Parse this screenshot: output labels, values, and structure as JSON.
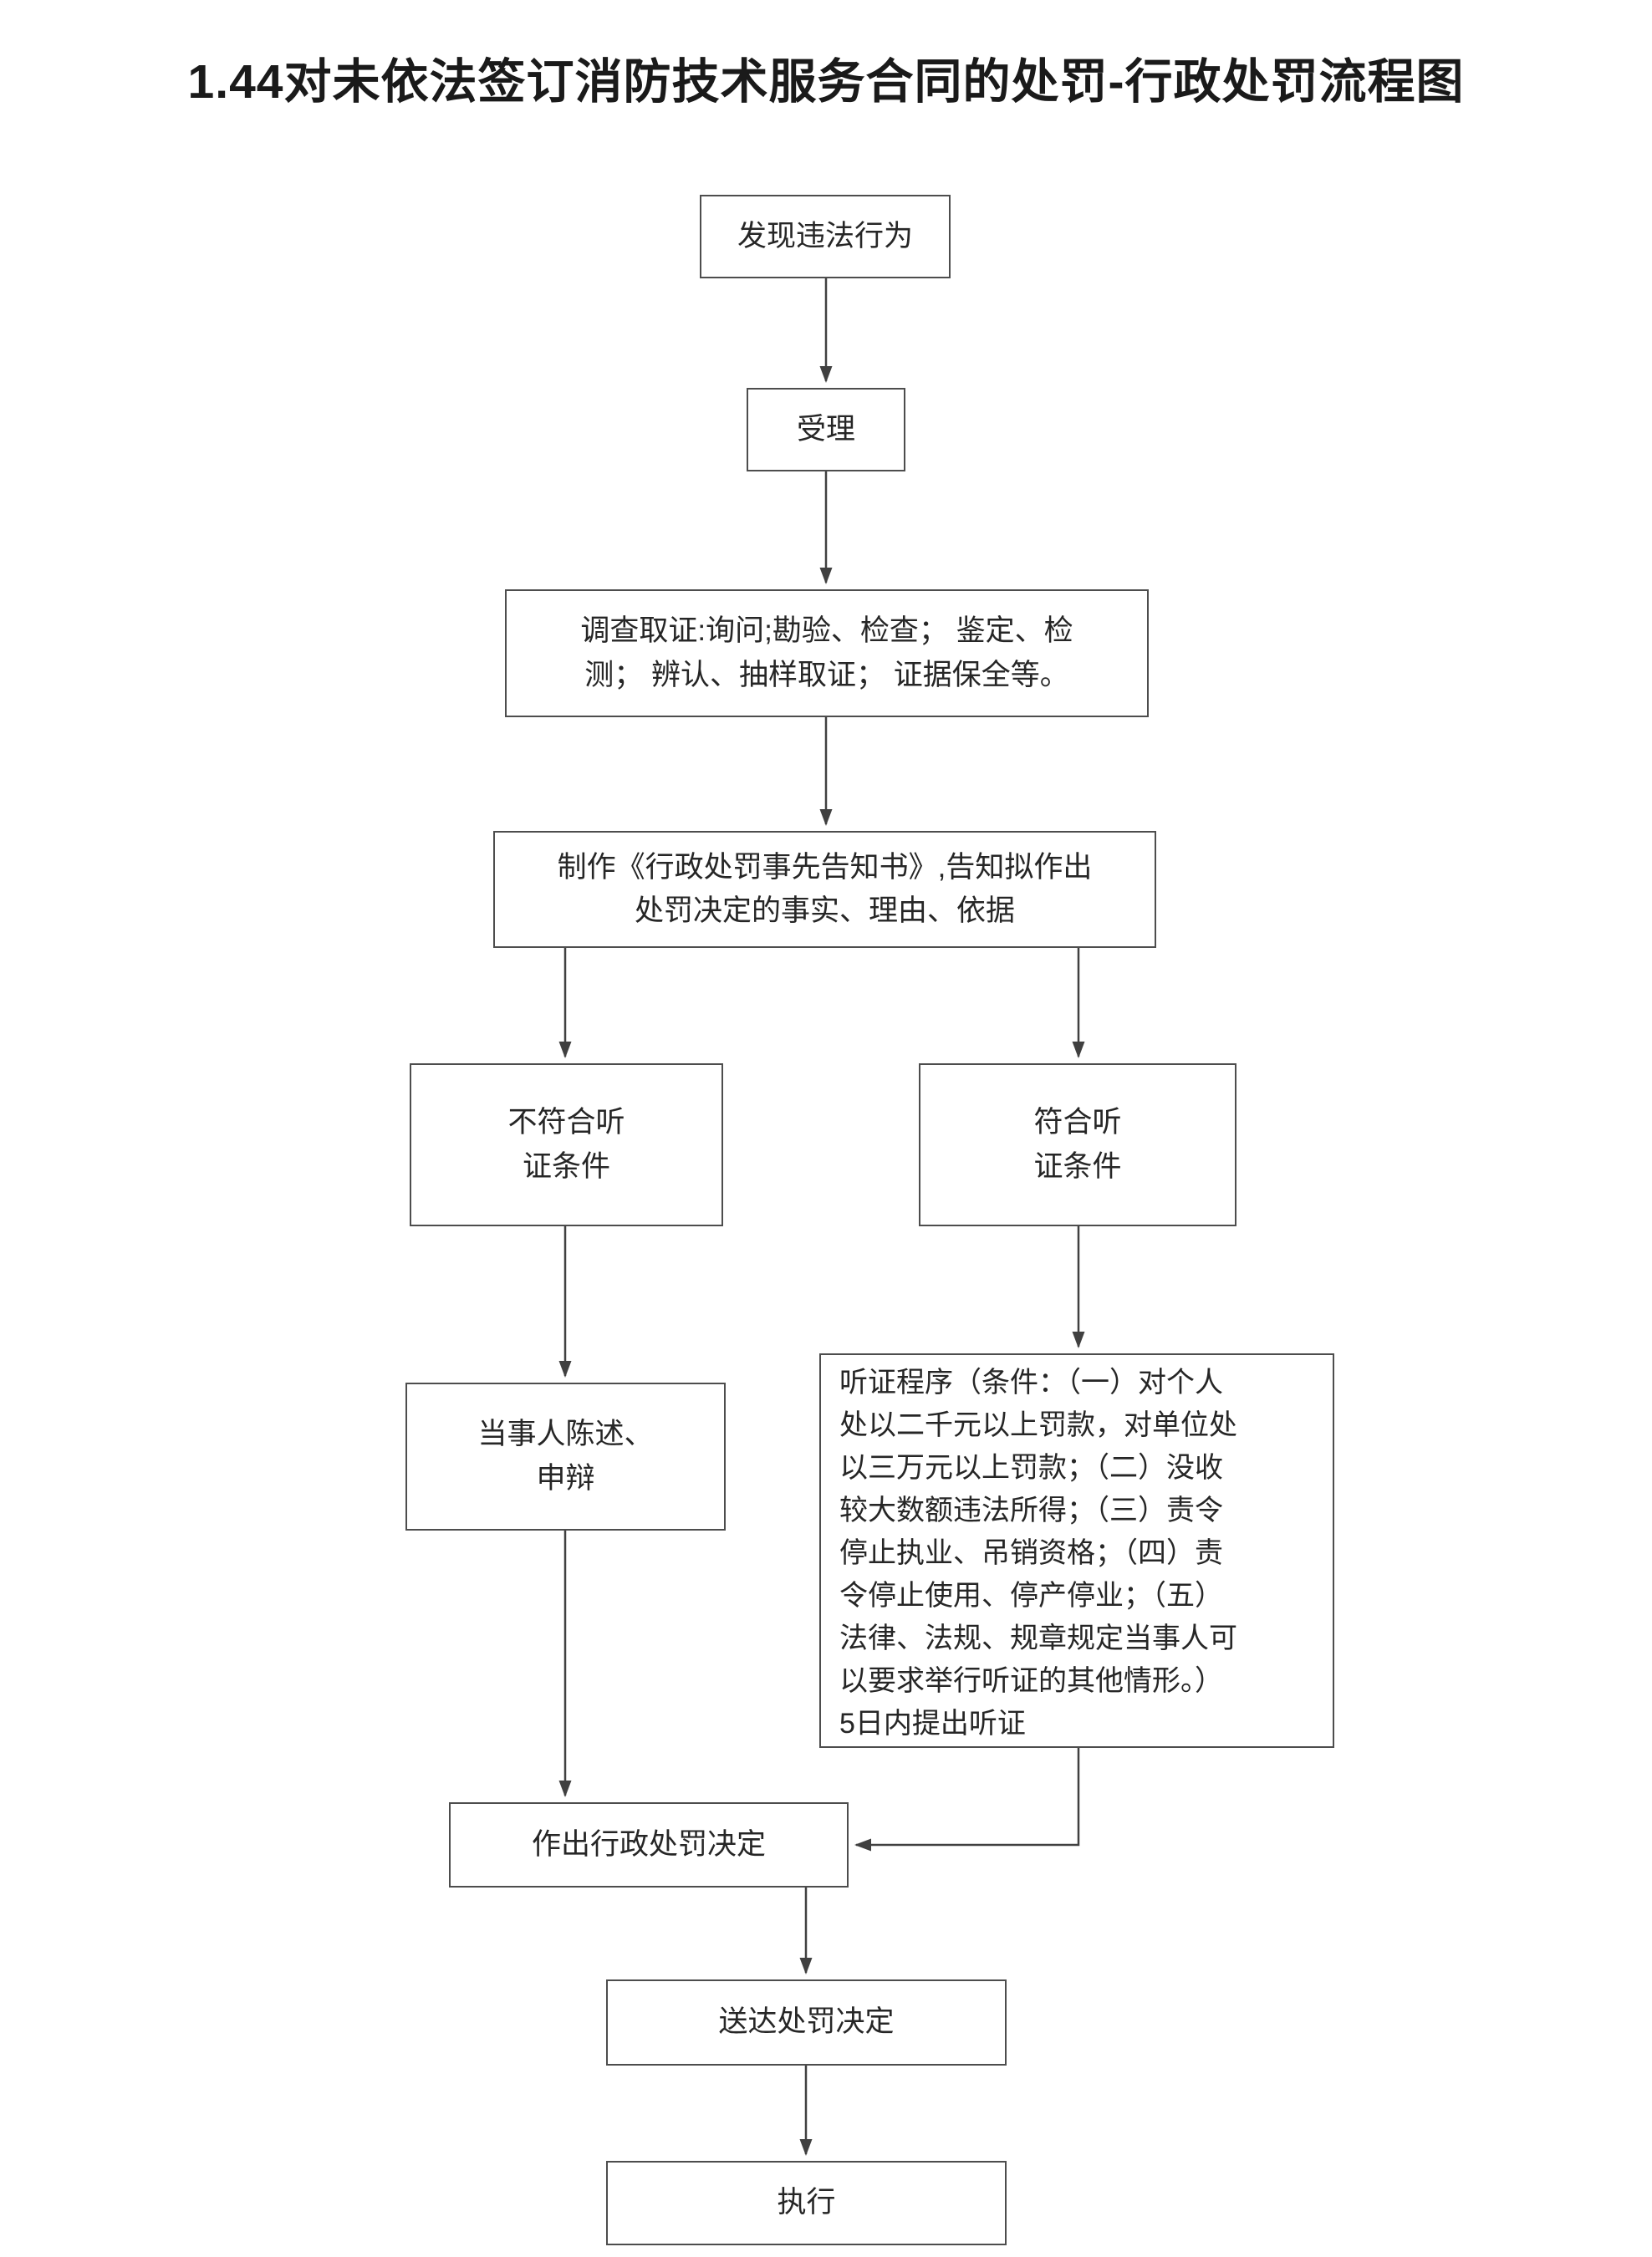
{
  "title": "1.44对未依法签订消防技术服务合同的处罚-行政处罚流程图",
  "nodes": {
    "start": "发现违法行为",
    "accept": "受理",
    "investigate": "调查取证:询问;勘验、检查； 鉴定、检\n测； 辨认、抽样取证； 证据保全等。",
    "notice": "制作《行政处罚事先告知书》,告知拟作出\n处罚决定的事实、理由、依据",
    "no_hearing": "不符合听\n证条件",
    "hearing_ok": "符合听\n证条件",
    "statement": "当事人陈述、\n申辩",
    "hearing_procedure": "听证程序（条件：（一）对个人\n处以二千元以上罚款，对单位处\n以三万元以上罚款；（二）没收\n较大数额违法所得；（三）责令\n停止执业、吊销资格；（四）责\n令停止使用、停产停业；（五）\n法律、法规、规章规定当事人可\n以要求举行听证的其他情形。）\n5日内提出听证",
    "decision": "作出行政处罚决定",
    "deliver": "送达处罚决定",
    "execute": "执行"
  },
  "colors": {
    "line": "#404040",
    "border": "#4d4d4d",
    "text": "#262626",
    "background": "#ffffff"
  }
}
